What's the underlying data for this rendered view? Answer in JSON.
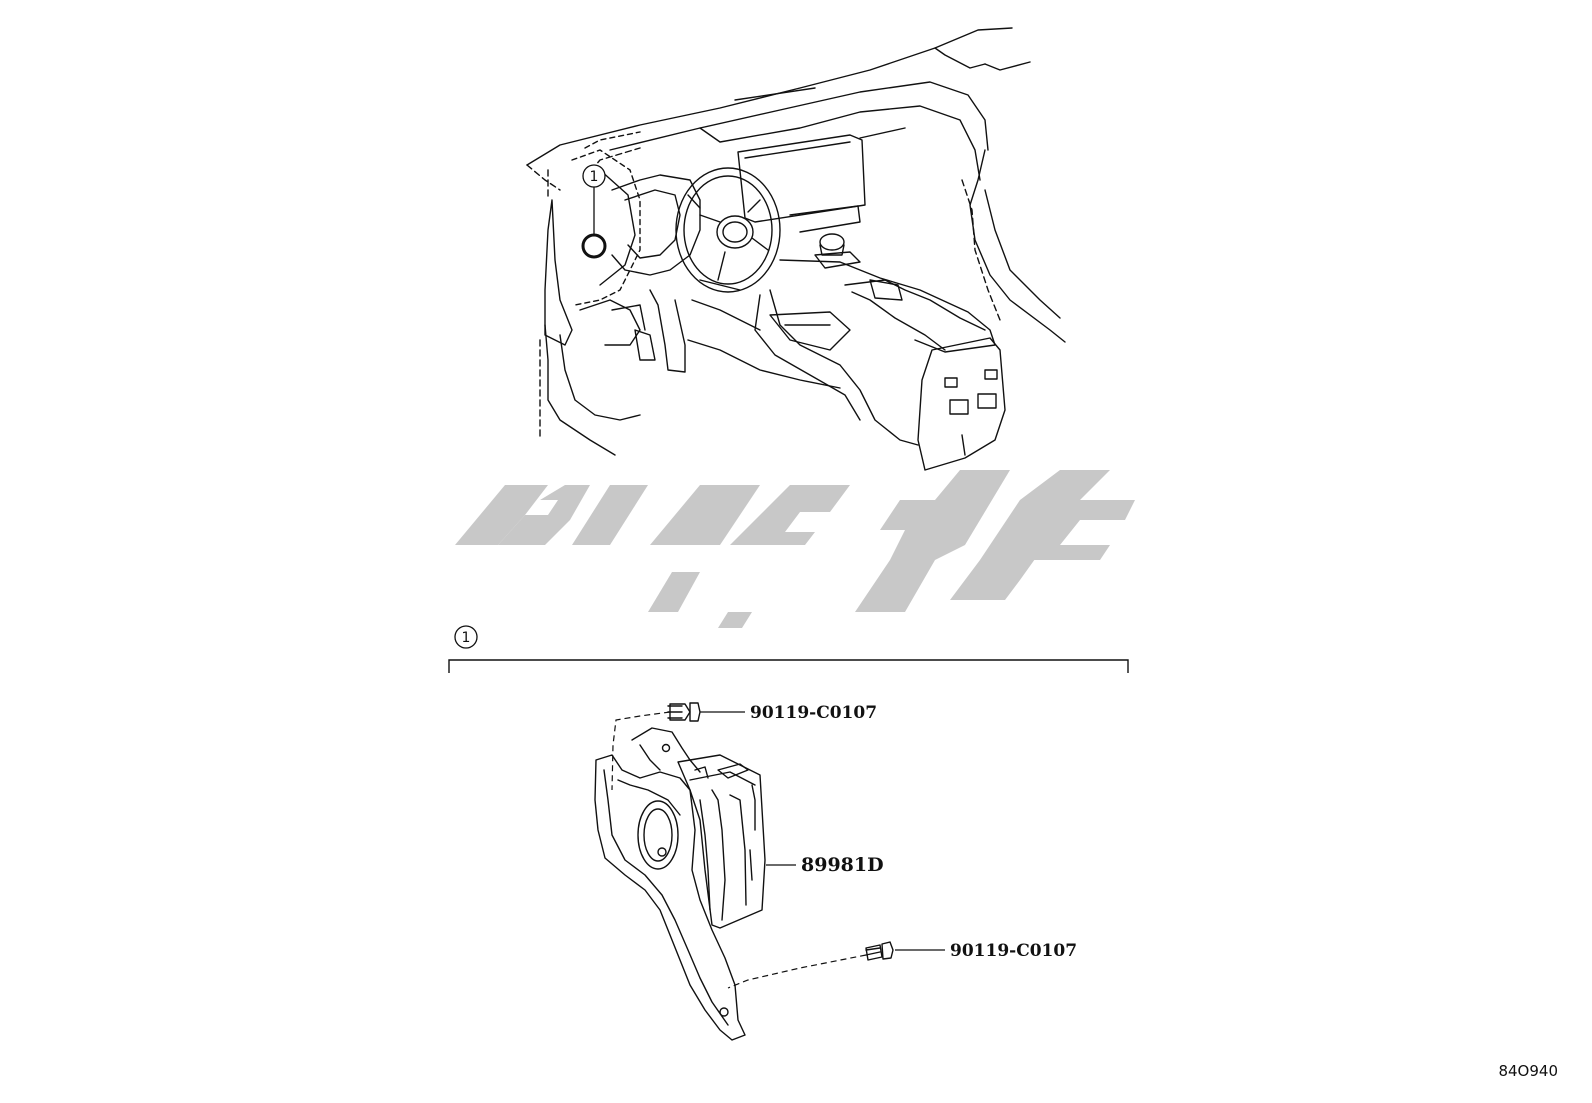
{
  "diagram": {
    "callout_marker": "1",
    "section_marker": "1",
    "parts": [
      {
        "id": "bolt-top",
        "label": "90119-C0107"
      },
      {
        "id": "module",
        "label": "89981D"
      },
      {
        "id": "bolt-bottom",
        "label": "90119-C0107"
      }
    ],
    "illustration_ref": "84O940",
    "watermark": {
      "color": "#c8c8c8"
    },
    "line_color": "#111111"
  }
}
